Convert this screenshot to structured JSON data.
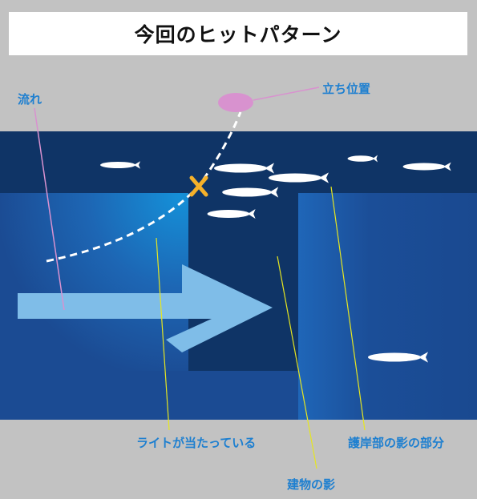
{
  "title": "今回のヒットパターン",
  "labels": {
    "current": "流れ",
    "standing_position": "立ち位置",
    "light": "ライトが当たっている",
    "building_shadow": "建物の影",
    "seawall_shadow": "護岸部の影の部分"
  },
  "colors": {
    "background": "#c2c2c2",
    "deep_water": "#0f3466",
    "water": "#1c4d96",
    "label": "#1d7fd0",
    "arrow": "#7fbde8",
    "marker": "#f5b12a",
    "position_marker": "#d892cf",
    "leader_yellow": "#e6e620",
    "leader_pink": "#d892cf"
  }
}
